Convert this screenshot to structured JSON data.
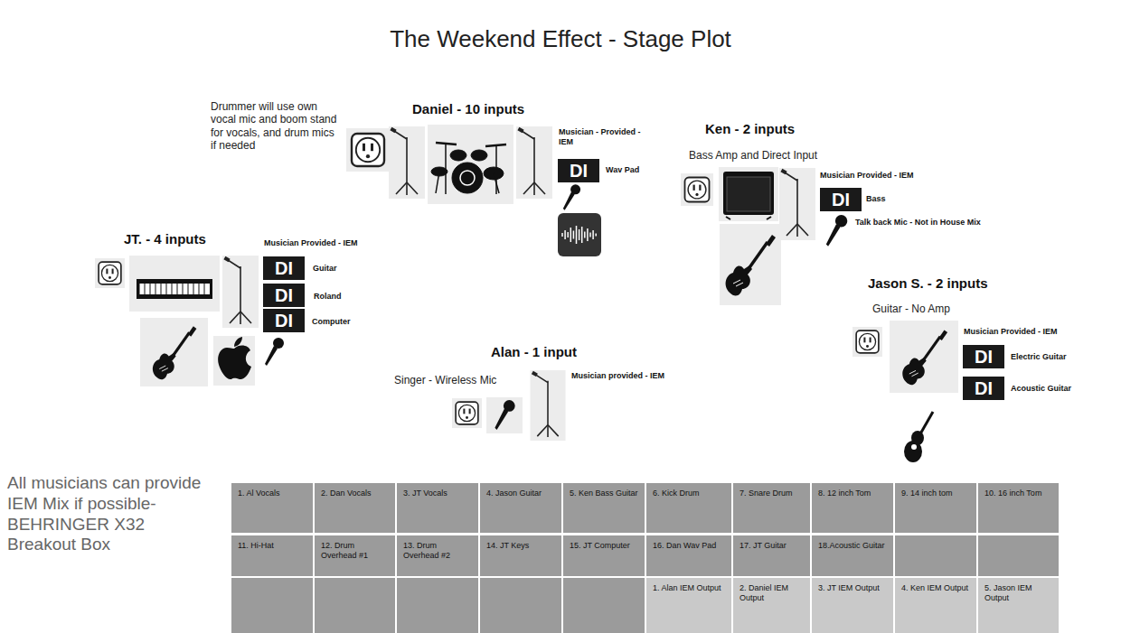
{
  "diagram": {
    "title": "The Weekend Effect - Stage Plot",
    "nodes": [
      {
        "text": [
          "DI"
        ]
      },
      {
        "text": [
          "DI"
        ]
      },
      {
        "text": [
          "DI"
        ]
      },
      {
        "text": [
          "DI"
        ]
      },
      {
        "text": [
          "DI"
        ]
      },
      {
        "text": [
          "DI"
        ]
      },
      {
        "text": [
          "DI"
        ]
      }
    ],
    "labels": [
      "Drummer will use own vocal mic and boom stand for vocals, and drum mics if needed",
      "Daniel - 10 inputs",
      "Musician - Provided - IEM",
      "Wav Pad",
      "Ken - 2 inputs",
      "Bass Amp and Direct Input",
      "Musician Provided - IEM",
      "Bass",
      "Talk back Mic - Not in House Mix",
      "JT. - 4 inputs",
      "Musician Provided - IEM",
      "Guitar",
      "Roland",
      "Computer",
      "Alan - 1 input",
      "Singer - Wireless Mic",
      "Musician provided - IEM",
      "Jason S. - 2 inputs",
      "Guitar - No Amp",
      "Musician Provided - IEM",
      "Electric Guitar",
      "Acoustic Guitar",
      "All musicians can provide IEM Mix if possible- BEHRINGER X32 Breakout Box",
      "1. Al Vocals",
      "2. Dan Vocals",
      "3. JT Vocals",
      "4. Jason Guitar",
      "5. Ken Bass Guitar",
      "6. Kick Drum",
      "7. Snare Drum",
      "8. 12 inch Tom",
      "9. 14 inch tom",
      "10. 16 inch Tom",
      "11. Hi-Hat",
      "12. Drum Overhead #1",
      "13. Drum Overhead #2",
      "14. JT Keys",
      "15. JT Computer",
      "16. Dan Wav Pad",
      "17. JT Guitar",
      "18.Acoustic Guitar",
      "1. Alan IEM Output",
      "2. Daniel IEM Output",
      "3. JT IEM Output",
      "4. Ken IEM Output",
      "5. Jason IEM Output"
    ]
  }
}
